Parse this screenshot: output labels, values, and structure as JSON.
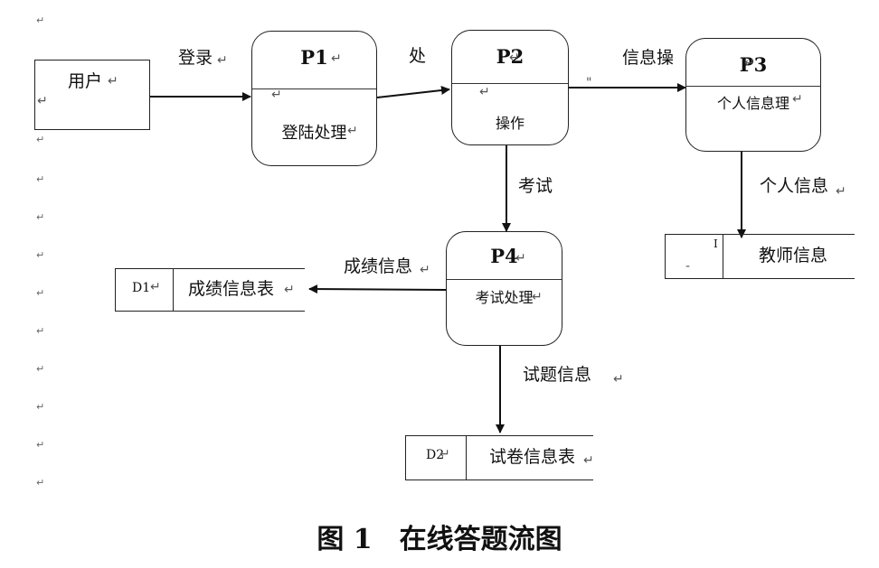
{
  "paragraph_mark": "↵",
  "entity": {
    "user_label": "用户"
  },
  "processes": [
    {
      "id": "P1",
      "name": "登陆处理"
    },
    {
      "id": "P2",
      "name": "操作"
    },
    {
      "id": "P3",
      "name": "个人信息理"
    },
    {
      "id": "P4",
      "name": "考试处理"
    }
  ],
  "stores": [
    {
      "id": "D1",
      "name": "成绩信息表"
    },
    {
      "id": "D2",
      "name": "试卷信息表"
    },
    {
      "id": "I",
      "name": "教师信息"
    }
  ],
  "flows": {
    "login": "登录",
    "process_fragment": "处",
    "info_op": "信息操",
    "exam": "考试",
    "personal_info": "个人信息",
    "score_info": "成绩信息",
    "question_info": "试题信息"
  },
  "stray": {
    "quote_mark": "\"",
    "dash_mark": "-"
  },
  "caption": "图 1　在线答题流图"
}
